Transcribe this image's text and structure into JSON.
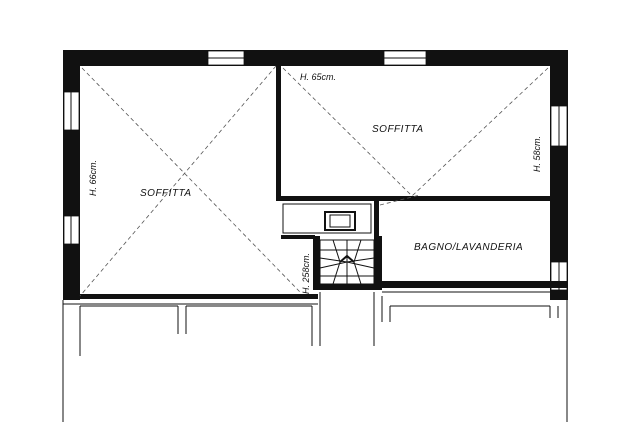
{
  "floor_plan": {
    "rooms": {
      "left": "SOFFITTA",
      "top_right": "SOFFITTA",
      "right": "BAGNO/LAVANDERIA"
    },
    "heights": {
      "left_wall": "H. 66cm.",
      "top": "H. 65cm.",
      "right_wall": "H. 58cm.",
      "stair": "H. 258cm."
    },
    "colors": {
      "wall": "#111111",
      "background": "#ffffff",
      "dash_line": "#555555"
    }
  }
}
